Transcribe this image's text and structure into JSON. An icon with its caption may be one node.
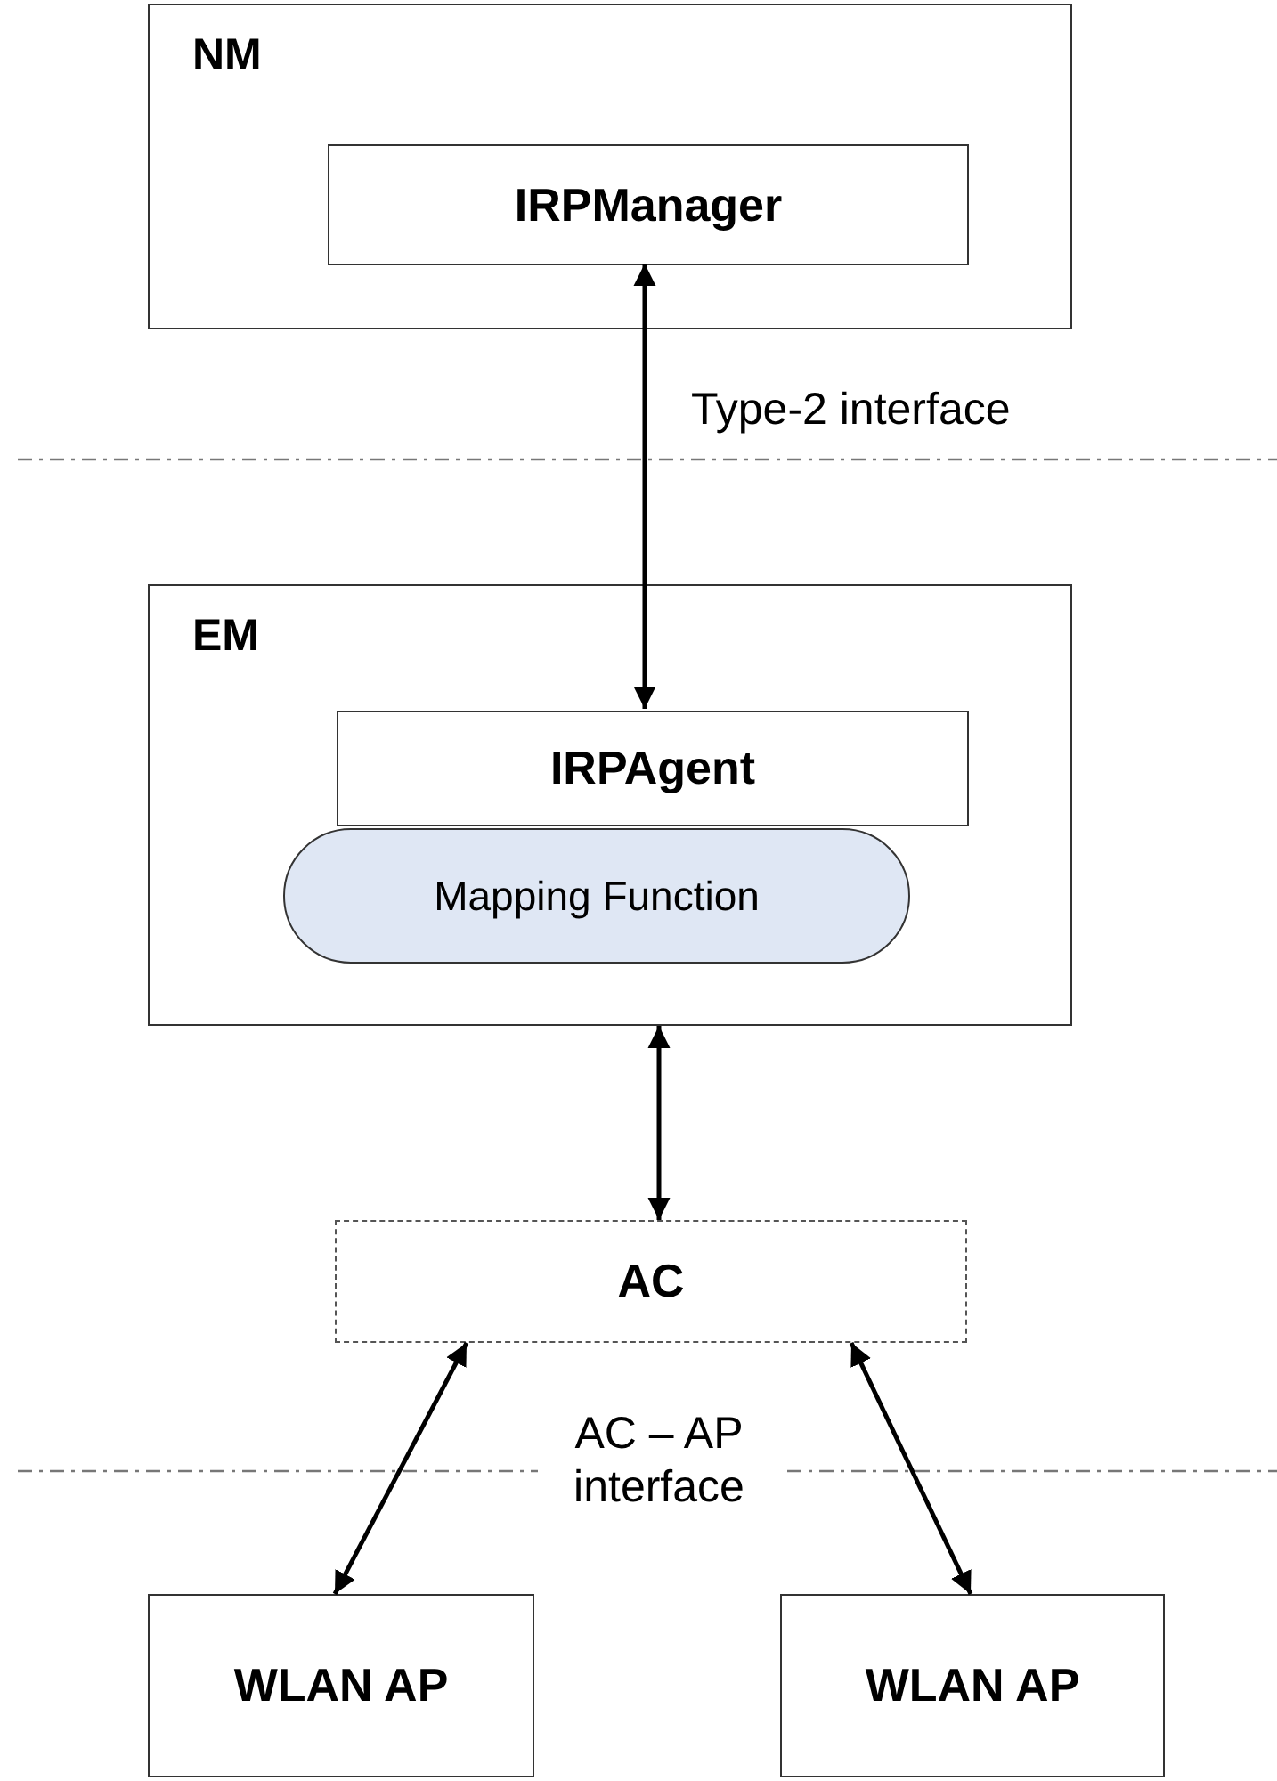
{
  "diagram": {
    "nodes": [
      {
        "text": [
          "NM"
        ]
      },
      {
        "text": [
          "IRPManager"
        ],
        "in": 0
      },
      {
        "text": [
          "EM"
        ]
      },
      {
        "text": [
          "IRPAgent"
        ],
        "in": 2
      },
      {
        "text": [
          "Mapping Function"
        ],
        "in": 2
      },
      {
        "text": [
          "AC"
        ]
      },
      {
        "text": [
          "WLAN AP"
        ]
      },
      {
        "text": [
          "WLAN AP"
        ]
      }
    ],
    "edges": [
      {
        "from": 1,
        "to": 3,
        "arrow": "both",
        "label": "Type-2 interface"
      },
      {
        "from": 2,
        "to": 5,
        "arrow": "both"
      },
      {
        "from": 5,
        "to": 6,
        "arrow": "both"
      },
      {
        "from": 5,
        "to": 7,
        "arrow": "both"
      }
    ],
    "labels": [
      "AC – AP interface"
    ]
  }
}
